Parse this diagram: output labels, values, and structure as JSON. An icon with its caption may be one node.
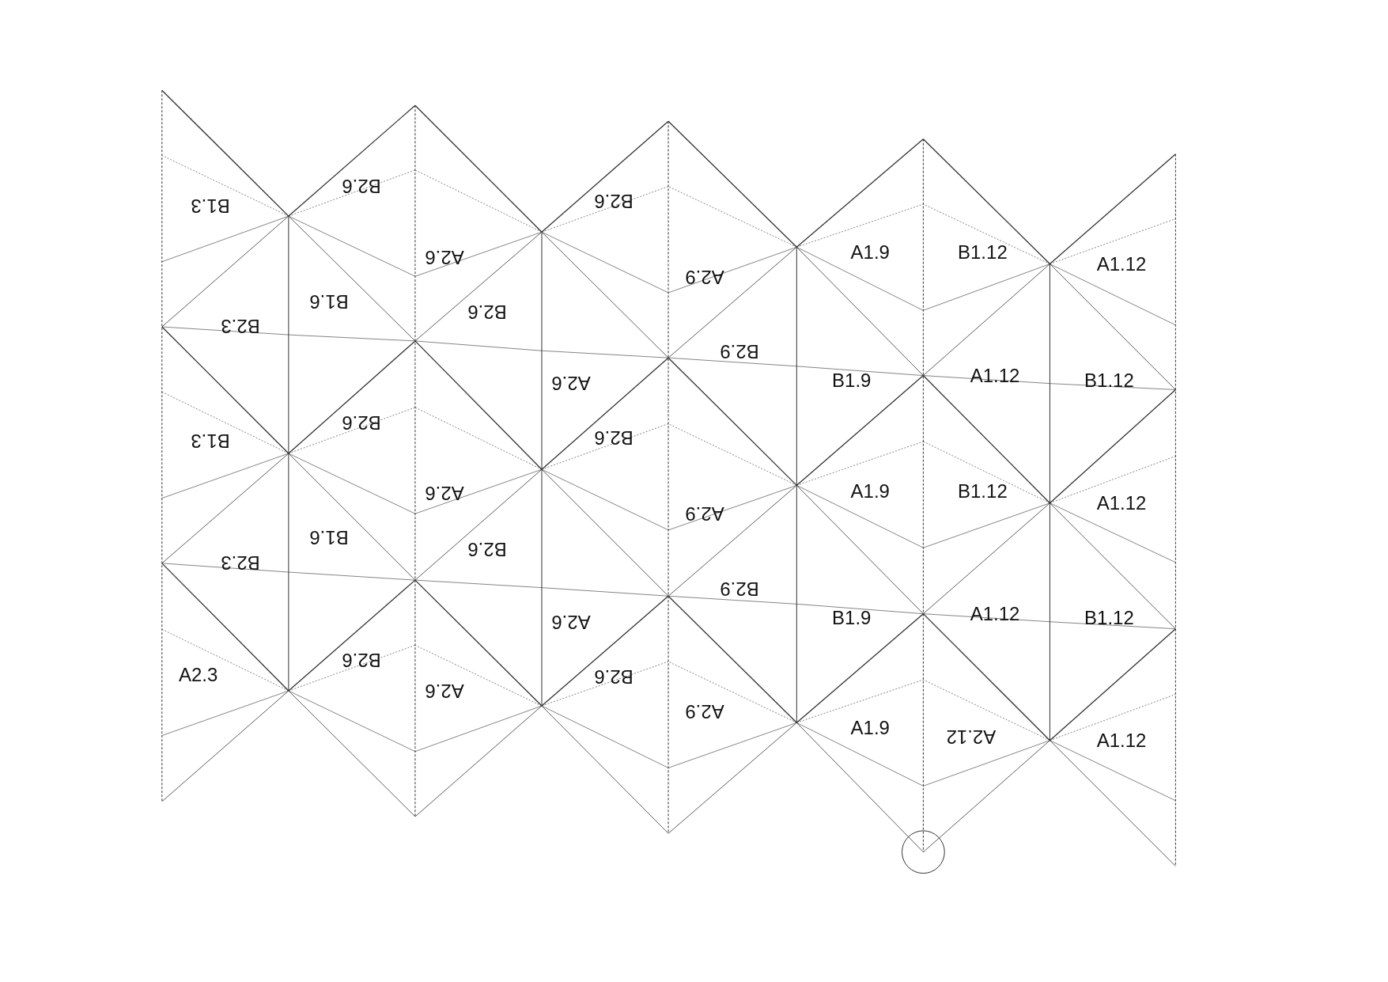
{
  "diagram": {
    "labels": [
      "B2.6",
      "B2.6",
      "B1.3",
      "A1.9",
      "B1.12",
      "A2.6",
      "A1.12",
      "A2.9",
      "B1.6",
      "B2.6",
      "B2.3",
      "B2.9",
      "A1.12",
      "B1.9",
      "B1.12",
      "A2.6",
      "B2.6",
      "B2.6",
      "B1.3",
      "A1.9",
      "B1.12",
      "A2.6",
      "A1.12",
      "A2.9",
      "B1.6",
      "B2.6",
      "B2.3",
      "B2.9",
      "A1.12",
      "B1.9",
      "B1.12",
      "A2.6",
      "B2.6",
      "A2.3",
      "B2.6",
      "A2.6",
      "A2.9",
      "A1.9",
      "A2.12",
      "A1.12"
    ]
  }
}
